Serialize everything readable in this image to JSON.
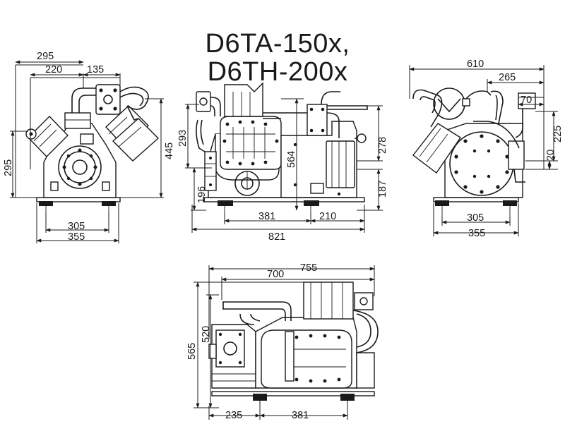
{
  "title": {
    "line1": "D6TA-150x,",
    "line2": "D6TH-200x"
  },
  "views": {
    "front": {
      "width_total": "295",
      "width_upper": "220",
      "width_flange": "135",
      "height_total": "445",
      "height_left": "295",
      "feet_inner": "305",
      "feet_outer": "355"
    },
    "side": {
      "height_top": "293",
      "height_bottom": "196",
      "height_mid": "564",
      "height_right": "278",
      "height_right_lower": "187",
      "length_feet": "381",
      "length_rear": "210",
      "length_total": "821"
    },
    "rear": {
      "width_total": "610",
      "width_right": "265",
      "width_small": "70",
      "height_right": "225",
      "height_small": "20",
      "feet_inner": "305",
      "feet_outer": "355"
    },
    "top": {
      "length_total": "755",
      "length_mid": "700",
      "height_total": "565",
      "height_inner": "520",
      "length_front": "235",
      "length_feet": "381"
    }
  }
}
